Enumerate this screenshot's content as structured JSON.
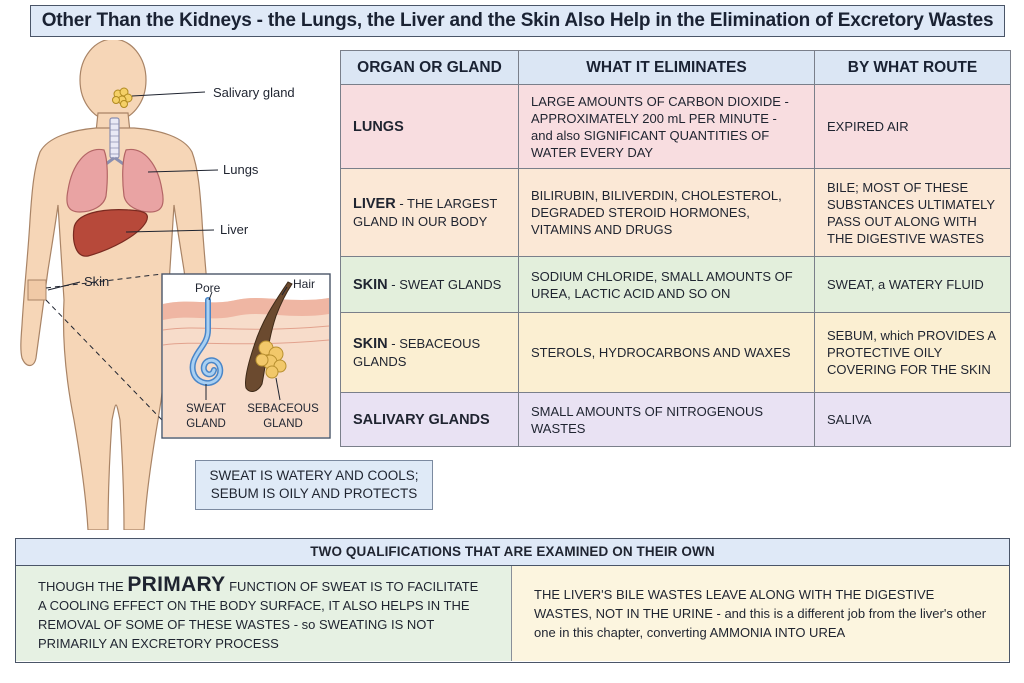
{
  "title": "Other Than the Kidneys - the Lungs, the Liver and the Skin Also Help in the Elimination of Excretory Wastes",
  "figure": {
    "labels": {
      "salivary": "Salivary gland",
      "lungs": "Lungs",
      "liver": "Liver",
      "skin": "Skin",
      "pore": "Pore",
      "hair": "Hair",
      "sweat1": "SWEAT",
      "sweat2": "GLAND",
      "seb1": "SEBACEOUS",
      "seb2": "GLAND"
    }
  },
  "note": {
    "line1": "SWEAT IS WATERY AND COOLS;",
    "line2": "SEBUM IS OILY AND PROTECTS"
  },
  "table": {
    "headers": [
      "ORGAN OR GLAND",
      "WHAT IT ELIMINATES",
      "BY WHAT ROUTE"
    ],
    "rows": [
      {
        "organ_bold": "LUNGS",
        "organ_rest": "",
        "eliminates": "LARGE AMOUNTS OF CARBON DIOXIDE - APPROXIMATELY 200 mL PER MINUTE - and also SIGNIFICANT QUANTITIES OF WATER EVERY DAY",
        "route": "EXPIRED AIR"
      },
      {
        "organ_bold": "LIVER",
        "organ_rest": " - THE LARGEST GLAND IN OUR BODY",
        "eliminates": "BILIRUBIN, BILIVERDIN, CHOLESTEROL, DEGRADED STEROID HORMONES, VITAMINS AND DRUGS",
        "route": "BILE; MOST OF THESE SUBSTANCES ULTIMATELY PASS OUT ALONG WITH THE DIGESTIVE WASTES"
      },
      {
        "organ_bold": "SKIN",
        "organ_rest": " - SWEAT GLANDS",
        "eliminates": "SODIUM CHLORIDE, SMALL AMOUNTS OF UREA, LACTIC ACID AND SO ON",
        "route": "SWEAT, a WATERY FLUID"
      },
      {
        "organ_bold": "SKIN",
        "organ_rest": " - SEBACEOUS GLANDS",
        "eliminates": "STEROLS, HYDROCARBONS AND WAXES",
        "route": "SEBUM, which PROVIDES A PROTECTIVE OILY COVERING FOR THE SKIN"
      },
      {
        "organ_bold": "SALIVARY GLANDS",
        "organ_rest": "",
        "eliminates": "SMALL AMOUNTS OF NITROGENOUS WASTES",
        "route": "SALIVA"
      }
    ]
  },
  "qualifications": {
    "heading": "TWO QUALIFICATIONS THAT ARE EXAMINED ON THEIR OWN",
    "left_pre": "THOUGH THE ",
    "left_big": "PRIMARY",
    "left_post": " FUNCTION OF SWEAT IS TO FACILITATE A COOLING EFFECT ON THE BODY SURFACE, IT ALSO HELPS IN THE REMOVAL OF SOME OF THESE WASTES - so SWEATING IS NOT PRIMARILY AN EXCRETORY PROCESS",
    "right": "THE LIVER'S BILE WASTES LEAVE ALONG WITH THE DIGESTIVE WASTES, NOT IN THE URINE - and this is a different job from the liver's other one in this chapter, converting AMMONIA INTO UREA"
  }
}
